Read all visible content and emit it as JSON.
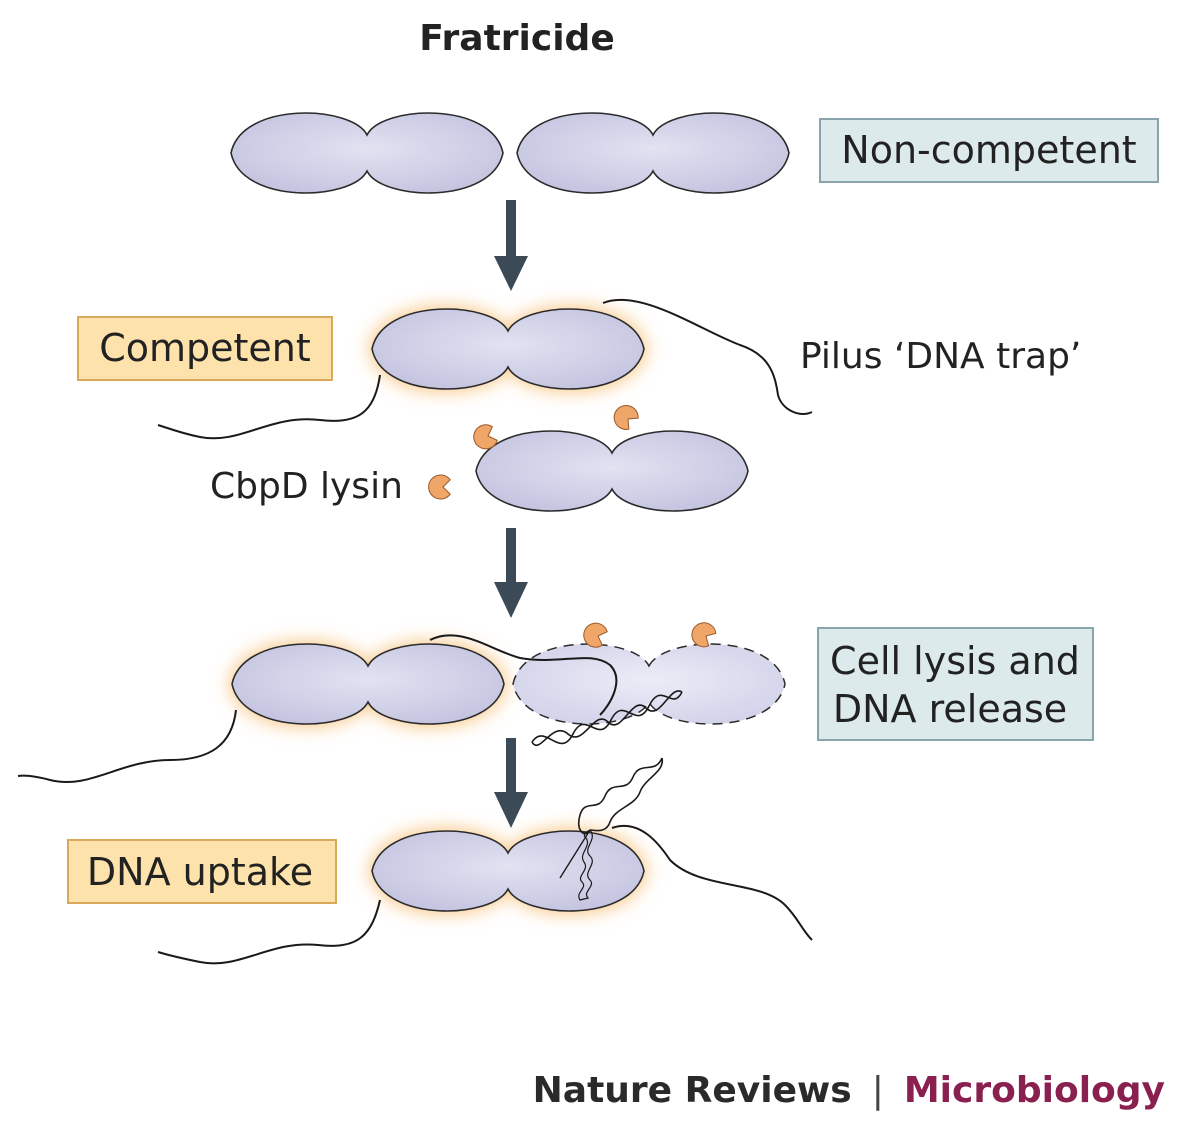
{
  "title": "Fratricide",
  "labels": {
    "non_competent": "Non-competent",
    "competent": "Competent",
    "pilus": "Pilus ‘DNA trap’",
    "lysin": "CbpD lysin",
    "lysis_line1": "Cell lysis and",
    "lysis_line2": "DNA release",
    "uptake": "DNA uptake"
  },
  "footer": {
    "journal": "Nature Reviews",
    "separator": "|",
    "section": "Microbiology"
  },
  "colors": {
    "cell_fill": "#c8c8e4",
    "cell_edge": "#2b2b2b",
    "competent_glow": "#f6b15a",
    "arrow": "#3b4a56",
    "lysin": "#f0a569",
    "blue_box_fill": "#ddeaec",
    "blue_box_edge": "#8aa4ae",
    "orange_box_fill": "#fde3ab",
    "orange_box_edge": "#d9a85d",
    "footer_accent": "#8a2050"
  }
}
